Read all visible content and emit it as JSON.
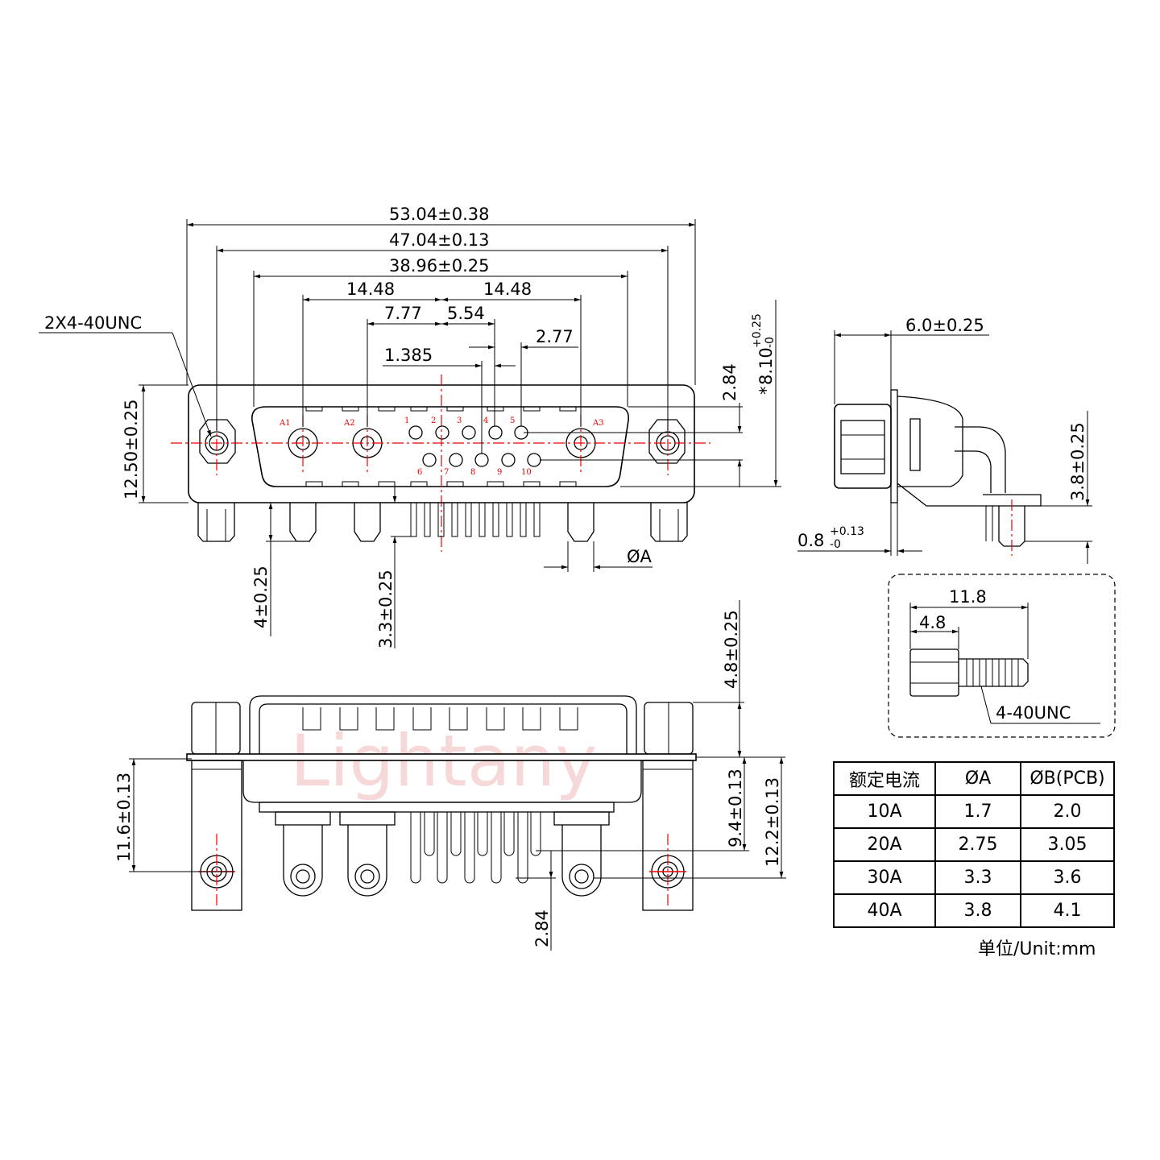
{
  "watermark": "Lightany",
  "front_view": {
    "dims": {
      "overall_width": "53.04±0.38",
      "mount_hole_spacing": "47.04±0.13",
      "shell_width": "38.96±0.25",
      "half_left": "14.48",
      "half_right": "14.48",
      "d_7_77": "7.77",
      "d_5_54": "5.54",
      "d_2_77": "2.77",
      "d_1_385": "1.385",
      "thread_callout": "2X4-40UNC",
      "height": "12.50±0.25",
      "row_pitch": "2.84",
      "flange_height_prefix": "*",
      "flange_height": "8.10",
      "flange_tol_upper": "+0.25",
      "flange_tol_lower": "-0",
      "pin_drop_left": "4±0.25",
      "pin_drop_mid": "3.3±0.25",
      "diameter_a": "ØA"
    },
    "pin_labels": {
      "a1": "A1",
      "a2": "A2",
      "a3": "A3",
      "p1": "1",
      "p2": "2",
      "p3": "3",
      "p4": "4",
      "p5": "5",
      "p6": "6",
      "p7": "7",
      "p8": "8",
      "p9": "9",
      "p10": "10"
    }
  },
  "side_view": {
    "dims": {
      "depth": "6.0±0.25",
      "pcb_height": "3.8±0.25",
      "flange_base": "0.8",
      "flange_tol_upper": "+0.13",
      "flange_tol_lower": "-0"
    }
  },
  "screw_detail": {
    "dims": {
      "length": "11.8",
      "head": "4.8",
      "thread": "4-40UNC"
    }
  },
  "bottom_view": {
    "dims": {
      "top_height": "4.8±0.25",
      "left_depth": "11.6±0.13",
      "pin_row_depth": "9.4±0.13",
      "right_depth": "12.2±0.13",
      "pitch": "2.84"
    }
  },
  "spec_table": {
    "headers": [
      "额定电流",
      "ØA",
      "ØB(PCB)"
    ],
    "rows": [
      [
        "10A",
        "1.7",
        "2.0"
      ],
      [
        "20A",
        "2.75",
        "3.05"
      ],
      [
        "30A",
        "3.3",
        "3.6"
      ],
      [
        "40A",
        "3.8",
        "4.1"
      ]
    ]
  },
  "unit_note": "单位/Unit:mm"
}
